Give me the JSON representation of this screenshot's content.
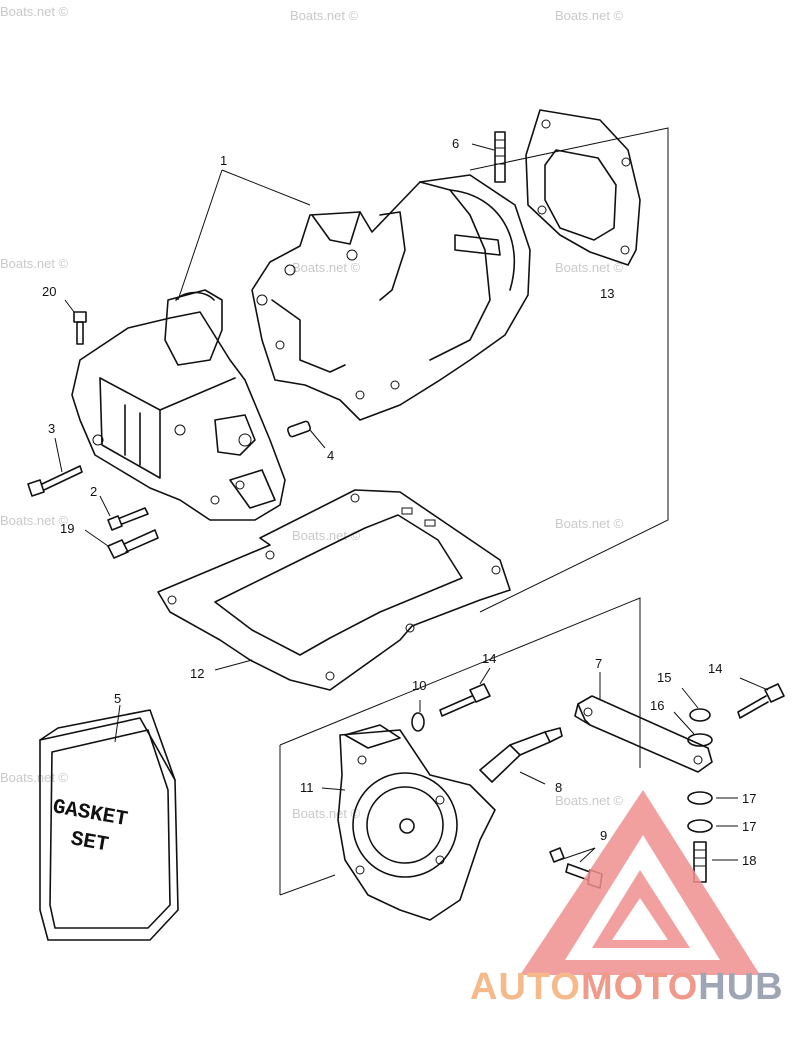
{
  "diagram": {
    "callouts": [
      {
        "id": "c1",
        "text": "1"
      },
      {
        "id": "c2",
        "text": "2"
      },
      {
        "id": "c3",
        "text": "3"
      },
      {
        "id": "c4",
        "text": "4"
      },
      {
        "id": "c5",
        "text": "5"
      },
      {
        "id": "c6",
        "text": "6"
      },
      {
        "id": "c7",
        "text": "7"
      },
      {
        "id": "c8",
        "text": "8"
      },
      {
        "id": "c9",
        "text": "9"
      },
      {
        "id": "c10",
        "text": "10"
      },
      {
        "id": "c11",
        "text": "11"
      },
      {
        "id": "c12",
        "text": "12"
      },
      {
        "id": "c13",
        "text": "13"
      },
      {
        "id": "c14a",
        "text": "14"
      },
      {
        "id": "c14b",
        "text": "14"
      },
      {
        "id": "c15",
        "text": "15"
      },
      {
        "id": "c16",
        "text": "16"
      },
      {
        "id": "c17a",
        "text": "17"
      },
      {
        "id": "c17b",
        "text": "17"
      },
      {
        "id": "c18",
        "text": "18"
      },
      {
        "id": "c19",
        "text": "19"
      },
      {
        "id": "c20",
        "text": "20"
      }
    ],
    "gasket_box": {
      "line1": "GASKET",
      "line2": "SET"
    },
    "watermark": "Boats.net ©"
  },
  "logo": {
    "part_a": "AUTO",
    "part_b": "MOTO",
    "part_c": "HUB",
    "colors": {
      "auto": "#f6b98a",
      "moto": "#ef9a8a",
      "hub": "#9ea6b4",
      "triangle": "#ef8f8f"
    }
  }
}
